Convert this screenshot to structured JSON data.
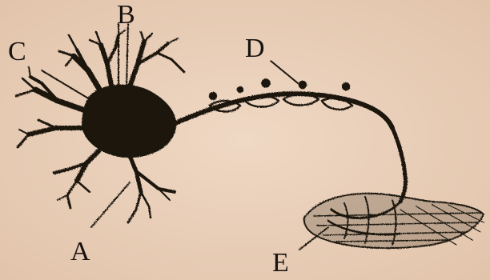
{
  "figure": {
    "labels": {
      "a": "A",
      "b": "B",
      "c": "C",
      "d": "D",
      "e": "E"
    }
  },
  "colors": {
    "paper": "#e9cfb9",
    "ink": "#1a1410"
  }
}
